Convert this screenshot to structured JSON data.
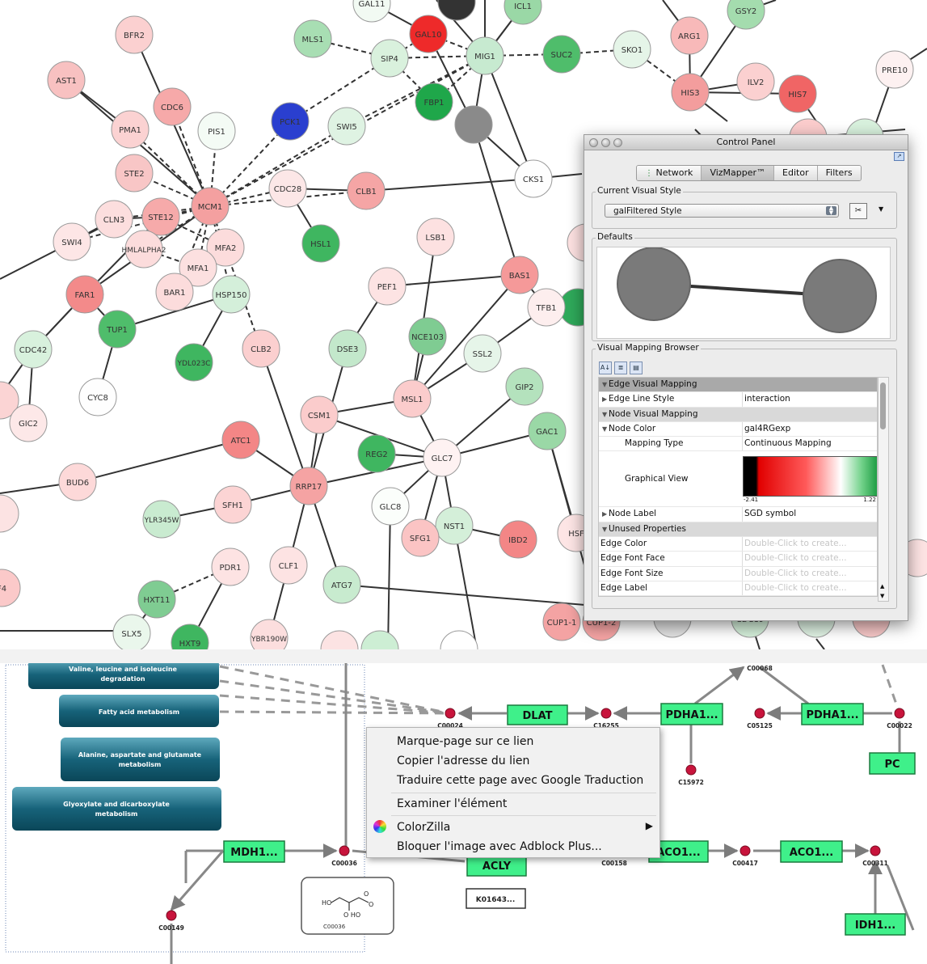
{
  "network_view": {
    "nodes": [
      {
        "id": "GAL11",
        "label": "GAL11",
        "color": "#f2faf3"
      },
      {
        "id": "GAL10",
        "label": "GAL10",
        "color": "#ee2a2a"
      },
      {
        "id": "ICL1",
        "label": "ICL1",
        "color": "#9ad8a6"
      },
      {
        "id": "GSY2",
        "label": "GSY2",
        "color": "#a4dcae"
      },
      {
        "id": "BFR2",
        "label": "BFR2",
        "color": "#fbd0d0"
      },
      {
        "id": "MLS1",
        "label": "MLS1",
        "color": "#a8deb3"
      },
      {
        "id": "SIP4",
        "label": "SIP4",
        "color": "#d9f1dd"
      },
      {
        "id": "MIG1",
        "label": "MIG1",
        "color": "#c7ead0"
      },
      {
        "id": "SUC2",
        "label": "SUC2",
        "color": "#4fbd6b"
      },
      {
        "id": "SKO1",
        "label": "SKO1",
        "color": "#e5f5e8"
      },
      {
        "id": "ARG1",
        "label": "ARG1",
        "color": "#f8b9b9"
      },
      {
        "id": "AST1",
        "label": "AST1",
        "color": "#f8c1c1"
      },
      {
        "id": "PRE10",
        "label": "PRE10",
        "color": "#fdf1f1"
      },
      {
        "id": "ILV2",
        "label": "ILV2",
        "color": "#fbd0d0"
      },
      {
        "id": "HIS3",
        "label": "HIS3",
        "color": "#f39d9d"
      },
      {
        "id": "HIS7",
        "label": "HIS7",
        "color": "#f06565"
      },
      {
        "id": "CDC6",
        "label": "CDC6",
        "color": "#f6a9a9"
      },
      {
        "id": "FBP1",
        "label": "FBP1",
        "color": "#1fa74a"
      },
      {
        "id": "PMA1",
        "label": "PMA1",
        "color": "#fbd2d2"
      },
      {
        "id": "PIS1",
        "label": "PIS1",
        "color": "#f4fbf5"
      },
      {
        "id": "PCK1",
        "label": "PCK1",
        "color": "#2a3fcf"
      },
      {
        "id": "SWI5",
        "label": "SWI5",
        "color": "#dff3e3"
      },
      {
        "id": "GREY",
        "label": "",
        "color": "#8a8a8a"
      },
      {
        "id": "STE2",
        "label": "STE2",
        "color": "#f8c6c6"
      },
      {
        "id": "CKS1",
        "label": "CKS1",
        "color": "#fefefe"
      },
      {
        "id": "CDC28",
        "label": "CDC28",
        "color": "#fce7e7"
      },
      {
        "id": "CLB1",
        "label": "CLB1",
        "color": "#f5a5a5"
      },
      {
        "id": "CLN3",
        "label": "CLN3",
        "color": "#fcdede"
      },
      {
        "id": "STE12",
        "label": "STE12",
        "color": "#f6aaaa"
      },
      {
        "id": "MCM1",
        "label": "MCM1",
        "color": "#f4a0a0"
      },
      {
        "id": "SWI4",
        "label": "SWI4",
        "color": "#fde6e6"
      },
      {
        "id": "HMLALPHA2",
        "label": "HMLALPHA2",
        "color": "#fcdcdc"
      },
      {
        "id": "MFA2",
        "label": "MFA2",
        "color": "#fcdcdc"
      },
      {
        "id": "MFA1",
        "label": "MFA1",
        "color": "#fce0e0"
      },
      {
        "id": "HSL1",
        "label": "HSL1",
        "color": "#3fb660"
      },
      {
        "id": "LSB1",
        "label": "LSB1",
        "color": "#fde1e1"
      },
      {
        "id": "FAR1",
        "label": "FAR1",
        "color": "#f38a8a"
      },
      {
        "id": "BAR1",
        "label": "BAR1",
        "color": "#fcdcdc"
      },
      {
        "id": "HSP150",
        "label": "HSP150",
        "color": "#d4efda"
      },
      {
        "id": "PEF1",
        "label": "PEF1",
        "color": "#fde3e3"
      },
      {
        "id": "BAS1",
        "label": "BAS1",
        "color": "#f59999"
      },
      {
        "id": "TUP1",
        "label": "TUP1",
        "color": "#4fbd6b"
      },
      {
        "id": "TFB1",
        "label": "TFB1",
        "color": "#fdeeee"
      },
      {
        "id": "CDC42",
        "label": "CDC42",
        "color": "#d8f1dd"
      },
      {
        "id": "YDL023C",
        "label": "YDL023C",
        "color": "#3fb660"
      },
      {
        "id": "CLB2",
        "label": "CLB2",
        "color": "#fbcfcf"
      },
      {
        "id": "DSE3",
        "label": "DSE3",
        "color": "#c3e8cb"
      },
      {
        "id": "NCE103",
        "label": "NCE103",
        "color": "#7fcc92"
      },
      {
        "id": "SSL2",
        "label": "SSL2",
        "color": "#e6f5e9"
      },
      {
        "id": "CYC8",
        "label": "CYC8",
        "color": "#fefefe"
      },
      {
        "id": "MSL1",
        "label": "MSL1",
        "color": "#fbcccc"
      },
      {
        "id": "GIP2",
        "label": "GIP2",
        "color": "#b4e2bd"
      },
      {
        "id": "GIC2",
        "label": "GIC2",
        "color": "#fde8e8"
      },
      {
        "id": "CSM1",
        "label": "CSM1",
        "color": "#fbcccc"
      },
      {
        "id": "ATC1",
        "label": "ATC1",
        "color": "#f38686"
      },
      {
        "id": "GAC1",
        "label": "GAC1",
        "color": "#9ad8a6"
      },
      {
        "id": "REG2",
        "label": "REG2",
        "color": "#3fb660"
      },
      {
        "id": "GLC7",
        "label": "GLC7",
        "color": "#fef2f2"
      },
      {
        "id": "BUD6",
        "label": "BUD6",
        "color": "#fdd9d9"
      },
      {
        "id": "RRP17",
        "label": "RRP17",
        "color": "#f5a3a3"
      },
      {
        "id": "SFH1",
        "label": "SFH1",
        "color": "#fcd4d4"
      },
      {
        "id": "GLC8",
        "label": "GLC8",
        "color": "#fbfefb"
      },
      {
        "id": "YLR345W",
        "label": "YLR345W",
        "color": "#c9ebd0"
      },
      {
        "id": "NST1",
        "label": "NST1",
        "color": "#d4efd9"
      },
      {
        "id": "SFG1",
        "label": "SFG1",
        "color": "#fbc4c4"
      },
      {
        "id": "IBD2",
        "label": "IBD2",
        "color": "#f38686"
      },
      {
        "id": "HSF",
        "label": "HSF",
        "color": "#fde5e5"
      },
      {
        "id": "PDR1",
        "label": "PDR1",
        "color": "#fde3e3"
      },
      {
        "id": "CLF1",
        "label": "CLF1",
        "color": "#fde3e3"
      },
      {
        "id": "HXT11",
        "label": "HXT11",
        "color": "#7fcc92"
      },
      {
        "id": "ATG7",
        "label": "ATG7",
        "color": "#c8ebcf"
      },
      {
        "id": "F4",
        "label": "F4",
        "color": "#fbc9c9"
      },
      {
        "id": "SLX5",
        "label": "SLX5",
        "color": "#eaf7ec"
      },
      {
        "id": "HXT9",
        "label": "HXT9",
        "color": "#3fb660"
      },
      {
        "id": "YBR190W",
        "label": "YBR190W",
        "color": "#fcdede"
      },
      {
        "id": "CUP1-1",
        "label": "CUP1-1",
        "color": "#f4a3a3"
      },
      {
        "id": "CUP1-2",
        "label": "CUP1-2",
        "color": "#f4a3a3"
      },
      {
        "id": "CDC19",
        "label": "CDC19",
        "color": "#d4efd9"
      }
    ]
  },
  "control_panel": {
    "title": "Control Panel",
    "tabs": [
      "Network",
      "VizMapper™",
      "Editor",
      "Filters"
    ],
    "current_visual_style": {
      "group_label": "Current Visual Style",
      "selected": "galFiltered Style"
    },
    "defaults": {
      "group_label": "Defaults",
      "node_color": "#7a7a7a",
      "edge_color": "#333333"
    },
    "visual_mapping_browser": {
      "group_label": "Visual Mapping Browser",
      "rows": [
        {
          "label": "Edge Visual Mapping",
          "value": "",
          "kind": "header"
        },
        {
          "label": "Edge Line Style",
          "value": "interaction",
          "kind": "item",
          "tri": "▶"
        },
        {
          "label": "Node Visual Mapping",
          "value": "",
          "kind": "sub"
        },
        {
          "label": "Node Color",
          "value": "gal4RGexp",
          "kind": "item",
          "tri": "▼"
        },
        {
          "label": "Mapping Type",
          "value": "Continuous Mapping",
          "kind": "child"
        },
        {
          "label": "Graphical View",
          "value": "",
          "kind": "gradient"
        },
        {
          "label": "Node Label",
          "value": "SGD symbol",
          "kind": "item",
          "tri": "▶"
        },
        {
          "label": "Unused Properties",
          "value": "",
          "kind": "sub"
        },
        {
          "label": "Edge Color",
          "value": "Double-Click to create...",
          "kind": "unused"
        },
        {
          "label": "Edge Font Face",
          "value": "Double-Click to create...",
          "kind": "unused"
        },
        {
          "label": "Edge Font Size",
          "value": "Double-Click to create...",
          "kind": "unused"
        },
        {
          "label": "Edge Label",
          "value": "Double-Click to create...",
          "kind": "unused"
        }
      ],
      "gradient_min": "-2.41",
      "gradient_max": "1.22"
    }
  },
  "pathway_view": {
    "pathway_boxes": [
      "Valine, leucine and isoleucine degradation",
      "Fatty acid metabolism",
      "Alanine, aspartate and glutamate metabolism",
      "Glyoxylate and dicarboxylate metabolism"
    ],
    "enzymes": [
      "DLAT",
      "PDHA1...",
      "PDHA1...",
      "PC",
      "MDH1...",
      "ACLY",
      "ACO1...",
      "ACO1...",
      "IDH1..."
    ],
    "compounds": [
      "C00024",
      "C16255",
      "C05125",
      "C00022",
      "C15972",
      "C00036",
      "C00158",
      "C00417",
      "C00311",
      "C00149",
      "C00068"
    ],
    "gene_link_box": "K01643...",
    "structure_caption": "C00036",
    "structure_labels": [
      "HO",
      "O HO",
      "O",
      "O"
    ],
    "enzyme_color": "#3ff08a",
    "compound_color": "#c8143c"
  },
  "context_menu": {
    "items": [
      {
        "label": "Marque-page sur ce lien"
      },
      {
        "label": "Copier l'adresse du lien"
      },
      {
        "label": "Traduire cette page avec Google Traduction"
      },
      {
        "label": "Examiner l'élément"
      },
      {
        "label": "ColorZilla"
      },
      {
        "label": "Bloquer l'image avec Adblock Plus..."
      }
    ]
  }
}
